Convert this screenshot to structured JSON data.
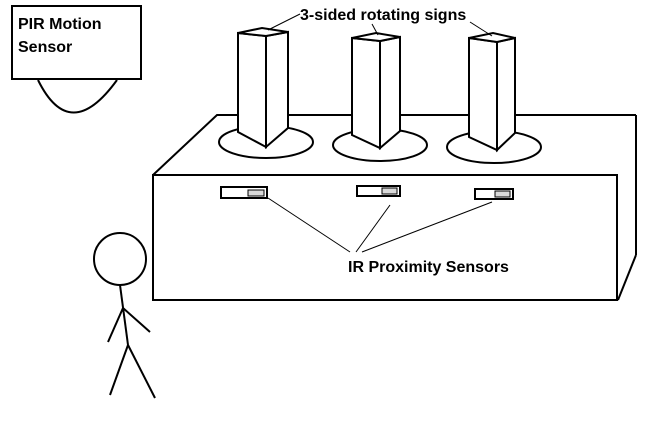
{
  "labels": {
    "pir_line1": "PIR Motion",
    "pir_line2": "Sensor",
    "signs": "3-sided rotating signs",
    "ir_sensors": "IR Proximity Sensors"
  },
  "colors": {
    "ink": "#000000",
    "background": "#ffffff",
    "sensor_window": "#d9d9d9"
  }
}
